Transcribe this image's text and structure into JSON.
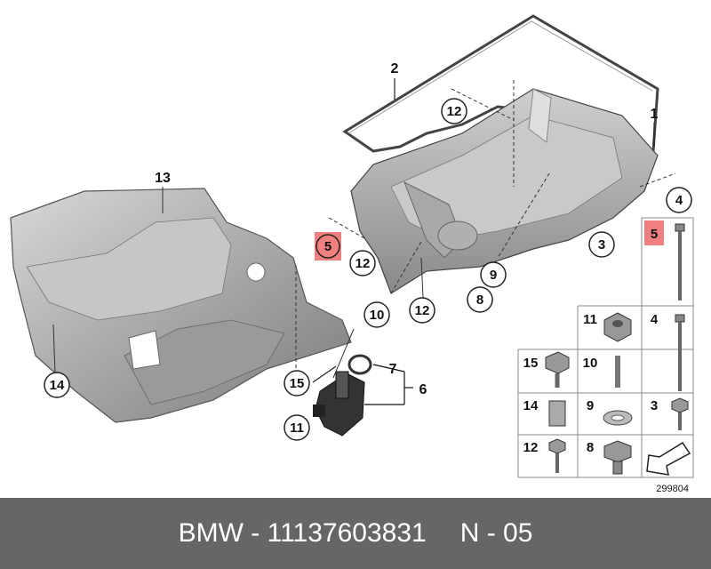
{
  "callouts": {
    "c12a": "12",
    "c12b": "12",
    "c12c": "12",
    "c5": "5",
    "c3": "3",
    "c9": "9",
    "c8": "8",
    "c10": "10",
    "c11": "11",
    "c14": "14",
    "c15": "15"
  },
  "labels": {
    "l1": "1",
    "l2": "2",
    "l4": "4",
    "l13": "13",
    "l6": "6",
    "l7": "7"
  },
  "parts_grid": {
    "g5": "5",
    "g11": "11",
    "g4": "4",
    "g15": "15",
    "g10": "10",
    "g14": "14",
    "g9": "9",
    "g3": "3",
    "g12": "12",
    "g8": "8"
  },
  "diagram_ref": "299804",
  "footer": {
    "brand": "BMW",
    "separator": " - ",
    "part_number": "11137603831",
    "position": "N - 05"
  },
  "colors": {
    "part_fill": "#b9b9b9",
    "part_dark": "#8c8c8c",
    "highlight": "#f08080",
    "footer_bg": "#666666"
  }
}
